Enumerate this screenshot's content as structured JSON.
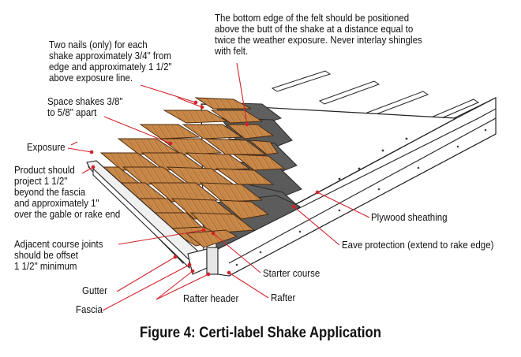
{
  "labels": {
    "felt_note": [
      "The bottom edge of the felt should be positioned",
      "above the butt of the shake at a distance equal to",
      "twice the weather exposure. Never interlay shingles",
      "with felt."
    ],
    "nails": [
      "Two nails (only) for each",
      "shake approximately 3/4\" from",
      "edge and approximately 1 1/2\"",
      "above exposure line."
    ],
    "spacing": [
      "Space shakes 3/8\"",
      "to 5/8\" apart"
    ],
    "exposure": "Exposure",
    "projection": [
      "Product should",
      "project 1 1/2\"",
      "beyond the fascia",
      "and approximately 1\"",
      "over the gable or rake end"
    ],
    "offset": [
      "Adjacent course joints",
      "should be offset",
      "1 1/2\" minimum"
    ],
    "plywood": "Plywood sheathing",
    "eave_protection": "Eave protection (extend to rake edge)",
    "starter": "Starter course",
    "gutter": "Gutter",
    "rafter_header": "Rafter header",
    "rafter": "Rafter",
    "fascia": "Fascia"
  },
  "caption": "Figure 4: Certi-label Shake Application",
  "colors": {
    "shake": "#c98a4b",
    "shake_grain": "#8a5526",
    "felt": "#5f5f5f",
    "felt_dark": "#4a4a4a",
    "plywood": "#ffffff",
    "leader": "#d2232a",
    "outline": "#222222"
  }
}
